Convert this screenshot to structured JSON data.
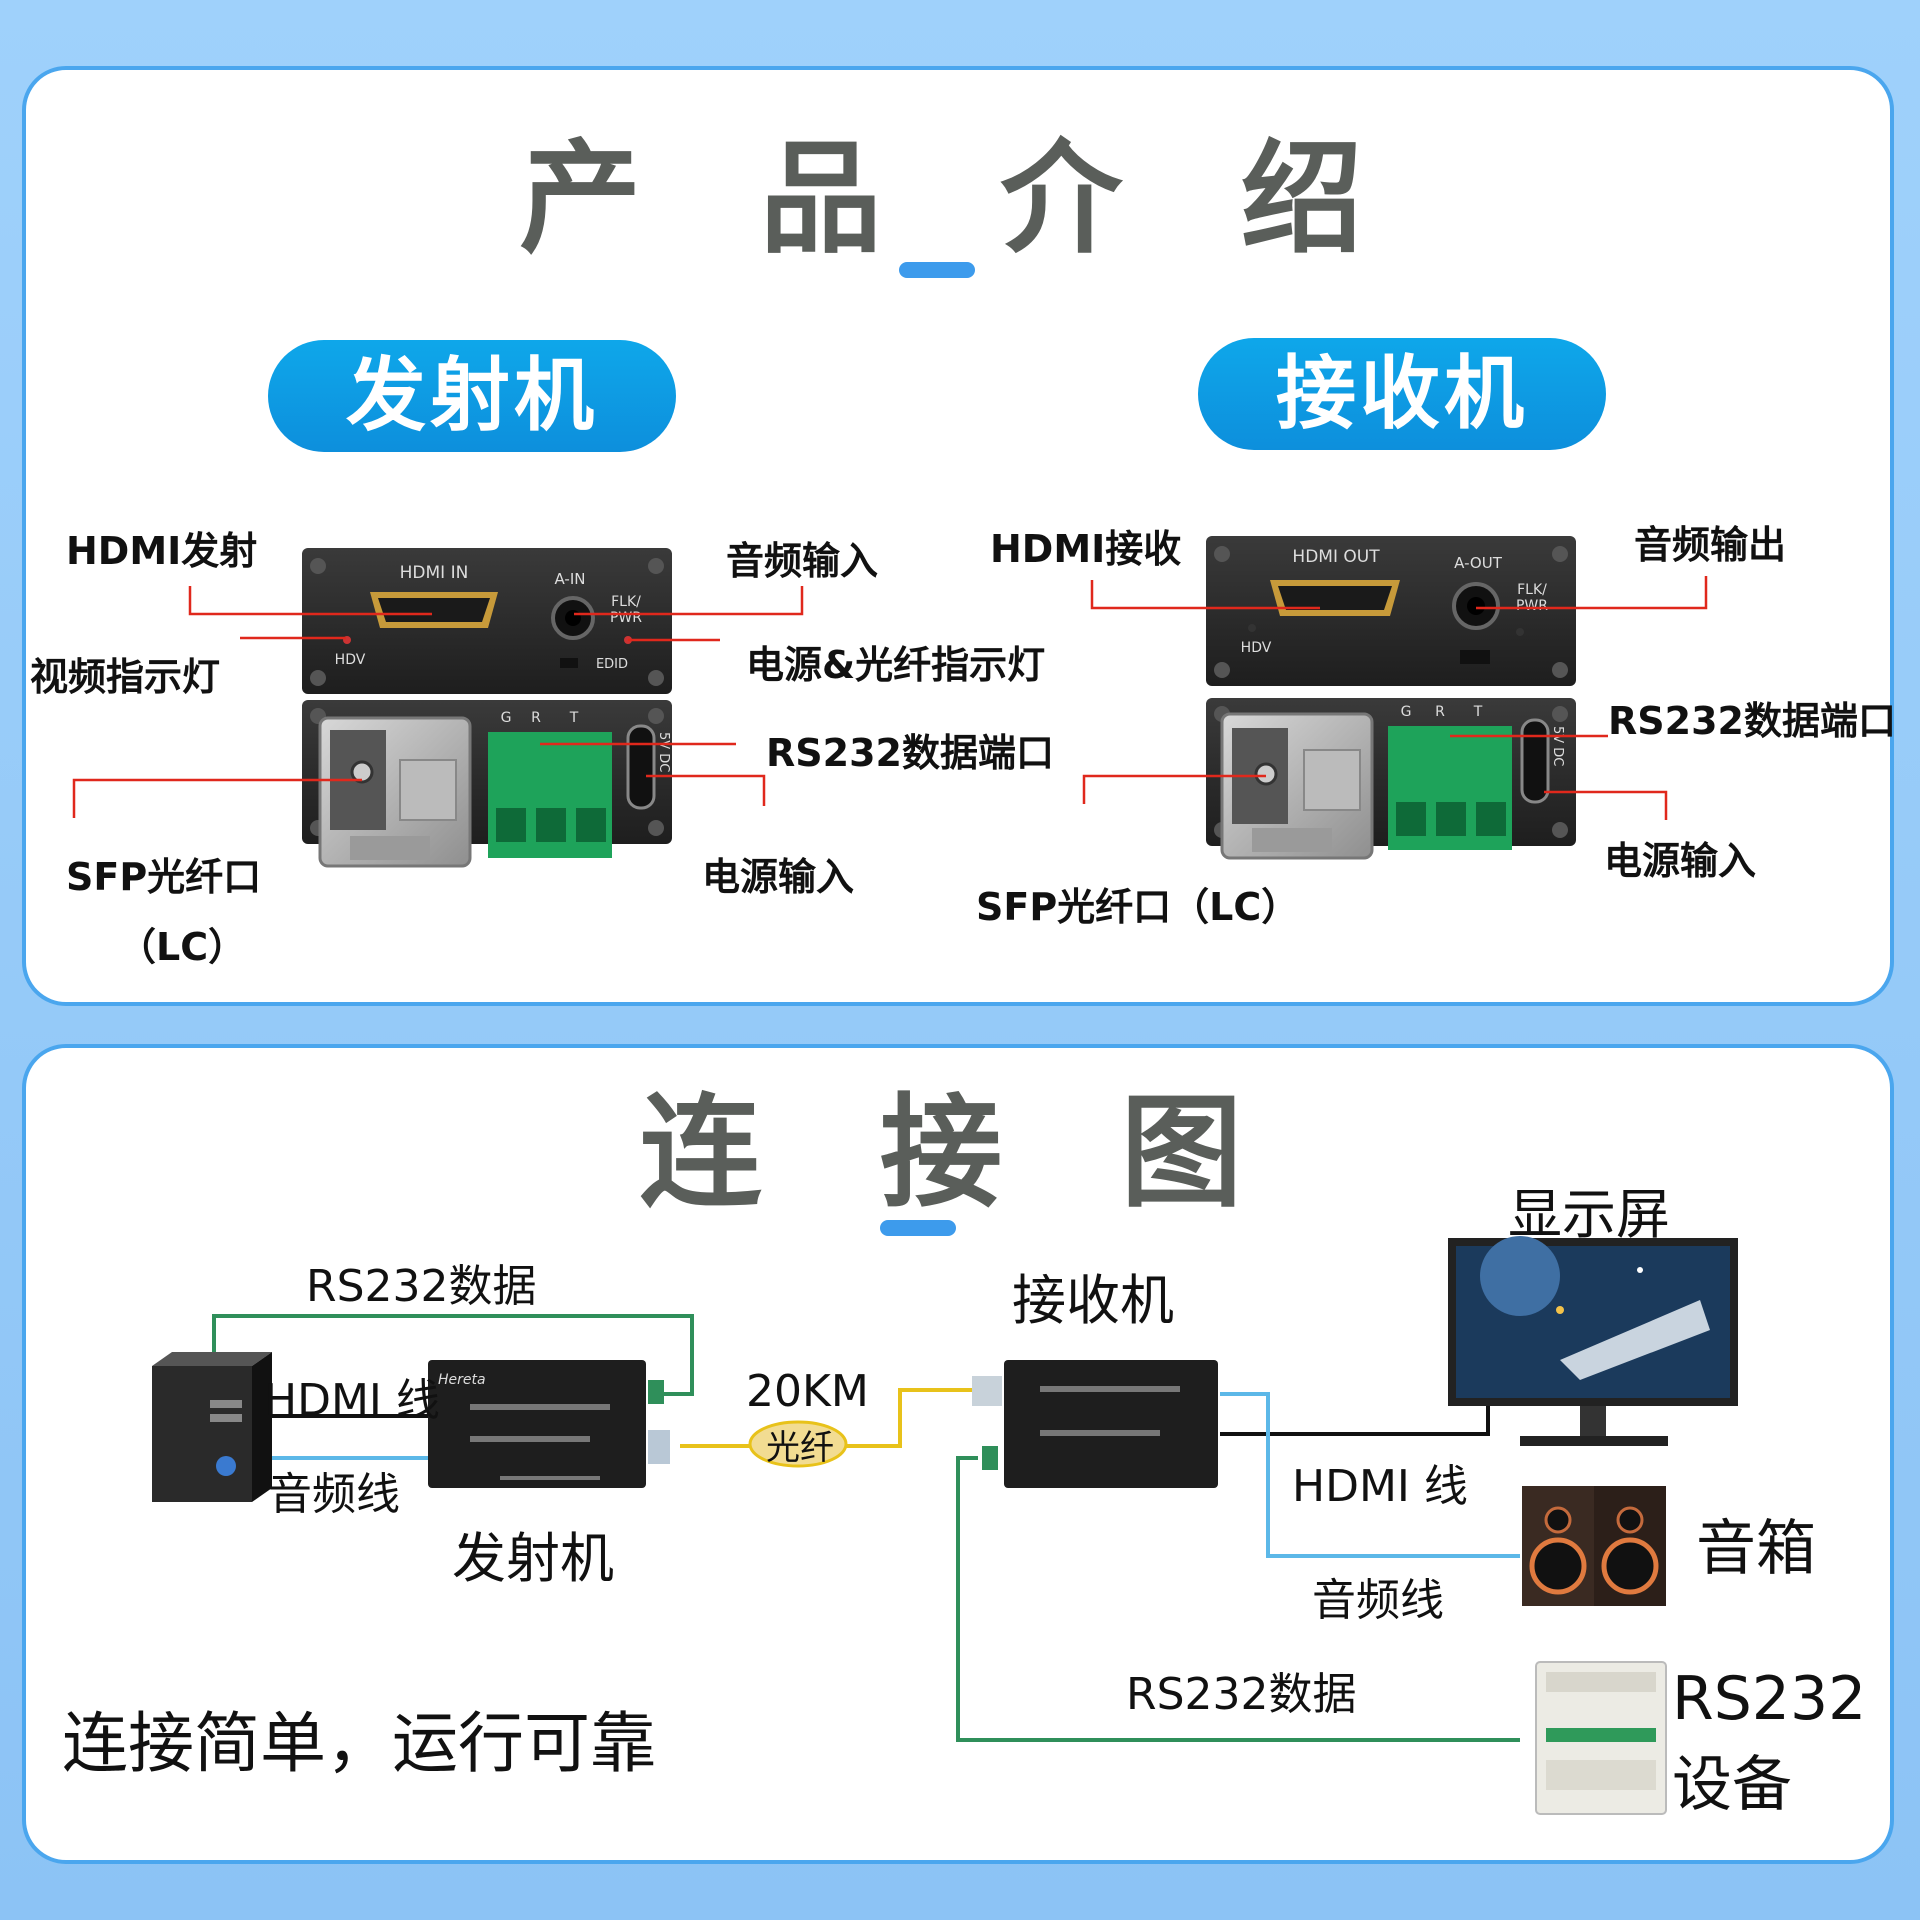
{
  "intro": {
    "title": "产 品 介 绍",
    "transmitter": {
      "pill": "发射机",
      "hdmi_port": "HDMI发射",
      "audio_in": "音频输入",
      "video_led": "视频指示灯",
      "pwr_fiber_led": "电源&光纤指示灯",
      "rs232": "RS232数据端口",
      "power_in": "电源输入",
      "sfp_port": "SFP光纤口",
      "sfp_lc": "（LC）",
      "panel_hdmi": "HDMI IN",
      "panel_audio": "A-IN",
      "panel_flk": "FLK/",
      "panel_pwr": "PWR",
      "panel_hdv": "HDV",
      "panel_edid": "EDID",
      "panel_g": "G",
      "panel_r": "R",
      "panel_t": "T",
      "panel_5vdc": "5V DC"
    },
    "receiver": {
      "pill": "接收机",
      "hdmi_port": "HDMI接收",
      "audio_out": "音频输出",
      "rs232": "RS232数据端口",
      "power_in": "电源输入",
      "sfp_port": "SFP光纤口（LC）",
      "panel_hdmi": "HDMI OUT",
      "panel_audio": "A-OUT",
      "panel_flk": "FLK/",
      "panel_pwr": "PWR",
      "panel_hdv": "HDV",
      "panel_g": "G",
      "panel_r": "R",
      "panel_t": "T",
      "panel_5vdc": "5V DC"
    }
  },
  "connection": {
    "title": "连 接 图",
    "rs232_top": "RS232数据",
    "hdmi_cable_left": "HDMI 线",
    "audio_cable_left": "音频线",
    "transmitter": "发射机",
    "receiver": "接收机",
    "distance": "20KM",
    "fiber": "光纤",
    "display": "显示屏",
    "hdmi_cable_right": "HDMI 线",
    "speaker": "音箱",
    "audio_cable_right": "音频线",
    "rs232_bottom": "RS232数据",
    "rs232_device_1": "RS232",
    "rs232_device_2": "设备",
    "slogan": "连接简单，运行可靠",
    "tx_brand": "Hereta"
  },
  "colors": {
    "panel_border": "#4aa6ee",
    "pill": "#0d8fdc",
    "callout_line": "#e0281c",
    "rs232_line": "#2f8f5a",
    "hdmi_line": "#111111",
    "audio_line": "#5cb8e8",
    "fiber_line": "#e8c21a"
  }
}
